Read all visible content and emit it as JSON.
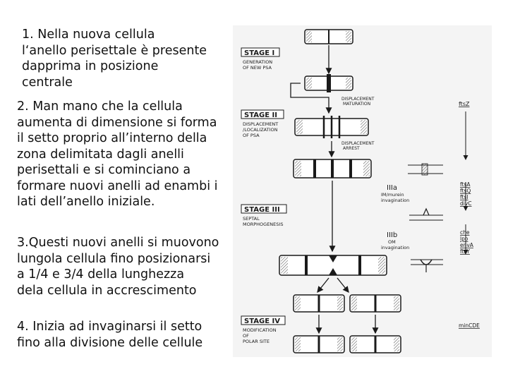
{
  "text": {
    "p1": [
      "1. Nella nuova cellula",
      "l‘anello perisettale è presente",
      "dapprima  in posizione",
      "centrale"
    ],
    "p2": [
      "2. Man mano che la cellula",
      "aumenta di dimensione si forma",
      "il setto proprio all’interno della",
      "zona delimitata dagli anelli",
      "perisettali e si cominciano a",
      "formare nuovi anelli ad enambi i",
      "lati dell’anello iniziale."
    ],
    "p3": [
      "3.Questi nuovi anelli si muovono",
      "lungola cellula fino posizionarsi",
      "a 1/4 e 3/4 della lunghezza",
      "dela cellula in accrescimento"
    ],
    "p4": [
      "4. Inizia ad invaginarsi il setto",
      "fino alla divisione delle cellule"
    ]
  },
  "diagram": {
    "stage1": {
      "title": "STAGE I",
      "sub": [
        "GENERATION",
        "OF NEW PSA"
      ]
    },
    "stage2": {
      "title": "STAGE II",
      "sub": [
        "DISPLACEMENT",
        "/LOCALIZATION",
        "OF PSA"
      ]
    },
    "stage3": {
      "title": "STAGE III",
      "sub": [
        "SEPTAL",
        "MORPHOGENESIS"
      ]
    },
    "stage4": {
      "title": "STAGE IV",
      "sub": [
        "MODIFICATION",
        "OF",
        "POLAR SITE"
      ]
    },
    "displacement_maturation": [
      "DISPLACEMENT",
      "MATURATION"
    ],
    "displacement_arrest": [
      "DISPLACEMENT",
      "ARREST"
    ],
    "ftsz": "ftsZ",
    "IIIa": {
      "label": "IIIa",
      "sub": [
        "IM/murein",
        "invagination"
      ]
    },
    "IIIb": {
      "label": "IIIb",
      "sub": [
        "OM",
        "invagination"
      ]
    },
    "genes_a": [
      "ftsA",
      "ftsQ",
      "ftsI",
      "divC"
    ],
    "genes_b": [
      "che",
      "lpo",
      "envA",
      "ftsY"
    ],
    "mincde": "minCDE",
    "colors": {
      "ink": "#1a1a1a",
      "panel": "#f4f4f4",
      "hatch": "#666666"
    }
  }
}
